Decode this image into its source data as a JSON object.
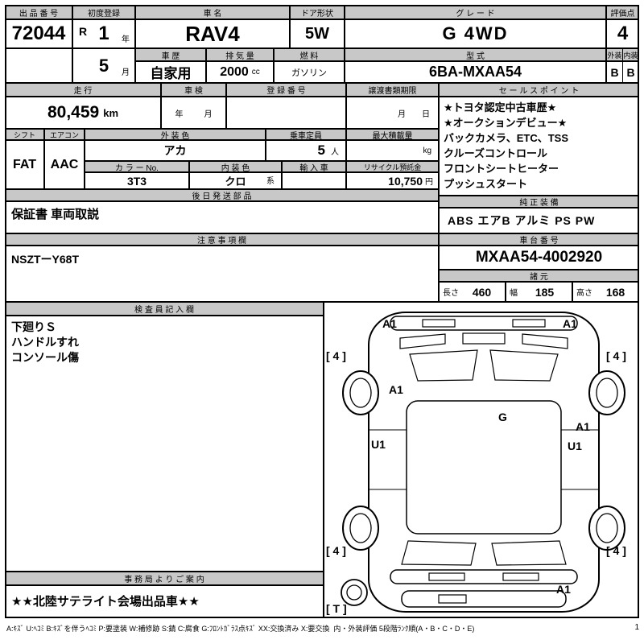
{
  "colors": {
    "header_bg": "#c8c8c8",
    "line": "#000000"
  },
  "top": {
    "exhibit_no_label": "出 品 番 号",
    "exhibit_no": "72044",
    "first_reg_label": "初度登録",
    "era": "R",
    "year": "1",
    "year_unit": "年",
    "month": "5",
    "month_unit": "月",
    "car_name_label": "車 名",
    "car_name": "RAV4",
    "door_label": "ドア形状",
    "door": "5W",
    "grade_label": "グ レ ー ド",
    "grade": "G 4WD",
    "score_label": "評価点",
    "score": "4",
    "history_label": "車 歴",
    "history": "自家用",
    "displacement_label": "排 気 量",
    "displacement": "2000",
    "displacement_unit": "cc",
    "fuel_label": "燃 料",
    "fuel": "ガソリン",
    "model_label": "型 式",
    "model": "6BA-MXAA54",
    "exterior_label": "外装",
    "interior_label": "内装",
    "exterior_grade": "B",
    "interior_grade": "B"
  },
  "mileage": {
    "label": "走 行",
    "value": "80,459",
    "unit": "km",
    "inspection_label": "車 検",
    "inspection_year_unit": "年",
    "inspection_month_unit": "月",
    "registration_label": "登 録 番 号",
    "transfer_label": "譲渡書類期限",
    "transfer_month_unit": "月",
    "transfer_day_unit": "日"
  },
  "sales_points": {
    "label": "セ ー ル ス ポ イ ン ト",
    "lines": [
      "★トヨタ認定中古車歴★",
      "★オークションデビュー★",
      "バックカメラ、ETC、TSS",
      "クルーズコントロール",
      "フロントシートヒーター",
      "プッシュスタート"
    ]
  },
  "details": {
    "shift_label": "シフト",
    "shift": "FAT",
    "aircon_label": "エアコン",
    "aircon": "AAC",
    "exterior_color_label": "外 装 色",
    "exterior_color": "アカ",
    "capacity_label": "乗車定員",
    "capacity": "5",
    "capacity_unit": "人",
    "max_load_label": "最大積載量",
    "max_load_unit": "kg",
    "color_no_label": "カ ラ ー No.",
    "color_no": "3T3",
    "interior_color_label": "内 装 色",
    "interior_color": "クロ",
    "interior_color_suffix": "系",
    "import_label": "輸 入 車",
    "recycle_label": "リサイクル預託金",
    "recycle_deposit": "10,750",
    "recycle_unit": "円"
  },
  "later_parts": {
    "label": "後 日 発 送 部 品",
    "value": "保証書 車両取説"
  },
  "equipment": {
    "label": "純 正 装 備",
    "value": "ABS エアB アルミ PS PW"
  },
  "notes": {
    "label": "注 意 事 項 欄",
    "value": "NSZTーY68T"
  },
  "chassis": {
    "label": "車 台 番 号",
    "value": "MXAA54-4002920"
  },
  "dimensions": {
    "label": "諸 元",
    "length_label": "長さ",
    "length": "460",
    "width_label": "幅",
    "width": "185",
    "height_label": "高さ",
    "height": "168"
  },
  "inspector": {
    "label": "検 査 員 記 入 欄",
    "lines": [
      "下廻りＳ",
      "ハンドルすれ",
      "コンソール傷"
    ]
  },
  "office": {
    "label": "事 務 局 よ り ご 案 内",
    "value": "★★北陸サテライト会場出品車★★"
  },
  "diagram": {
    "marks": [
      "A1",
      "A1",
      "[ 4 ]",
      "[ 4 ]",
      "A1",
      "G",
      "U1",
      "A1",
      "U1",
      "[ 4 ]",
      "[ 4 ]",
      "A1",
      "[ T ]"
    ]
  },
  "legend": {
    "text": "A:ｷｽﾞ U:ﾍｺﾐ B:ｷｽﾞを伴うﾍｺﾐ P:要塗装 W:補修跡 S:錆 C:腐食 G:ﾌﾛﾝﾄｶﾞﾗｽ点ｷｽﾞ XX:交換済み X:要交換  内・外装評価 5段階ﾗﾝｸ順(A・B・C・D・E)",
    "page_no": "1"
  }
}
